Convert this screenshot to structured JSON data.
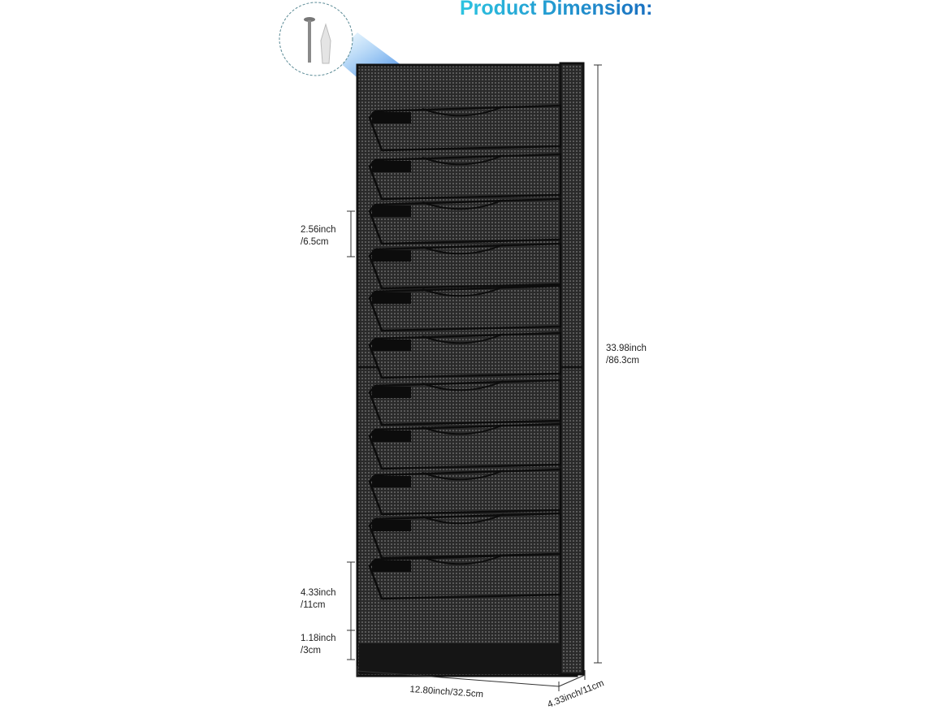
{
  "title": "Product Dimension:",
  "dimensions": {
    "pocket_spacing": {
      "inch": "2.56inch",
      "cm": "/6.5cm"
    },
    "height": {
      "inch": "33.98inch",
      "cm": "/86.3cm"
    },
    "pocket_depth": {
      "inch": "4.33inch",
      "cm": "/11cm"
    },
    "bottom_height": {
      "inch": "1.18inch",
      "cm": "/3cm"
    },
    "width": "12.80inch/32.5cm",
    "depth": "4.33inch/11cm"
  },
  "colors": {
    "title_start": "#2cc3e0",
    "title_end": "#1a6fc0",
    "product": "#1a1a1a",
    "callout": "#1e88e5"
  }
}
